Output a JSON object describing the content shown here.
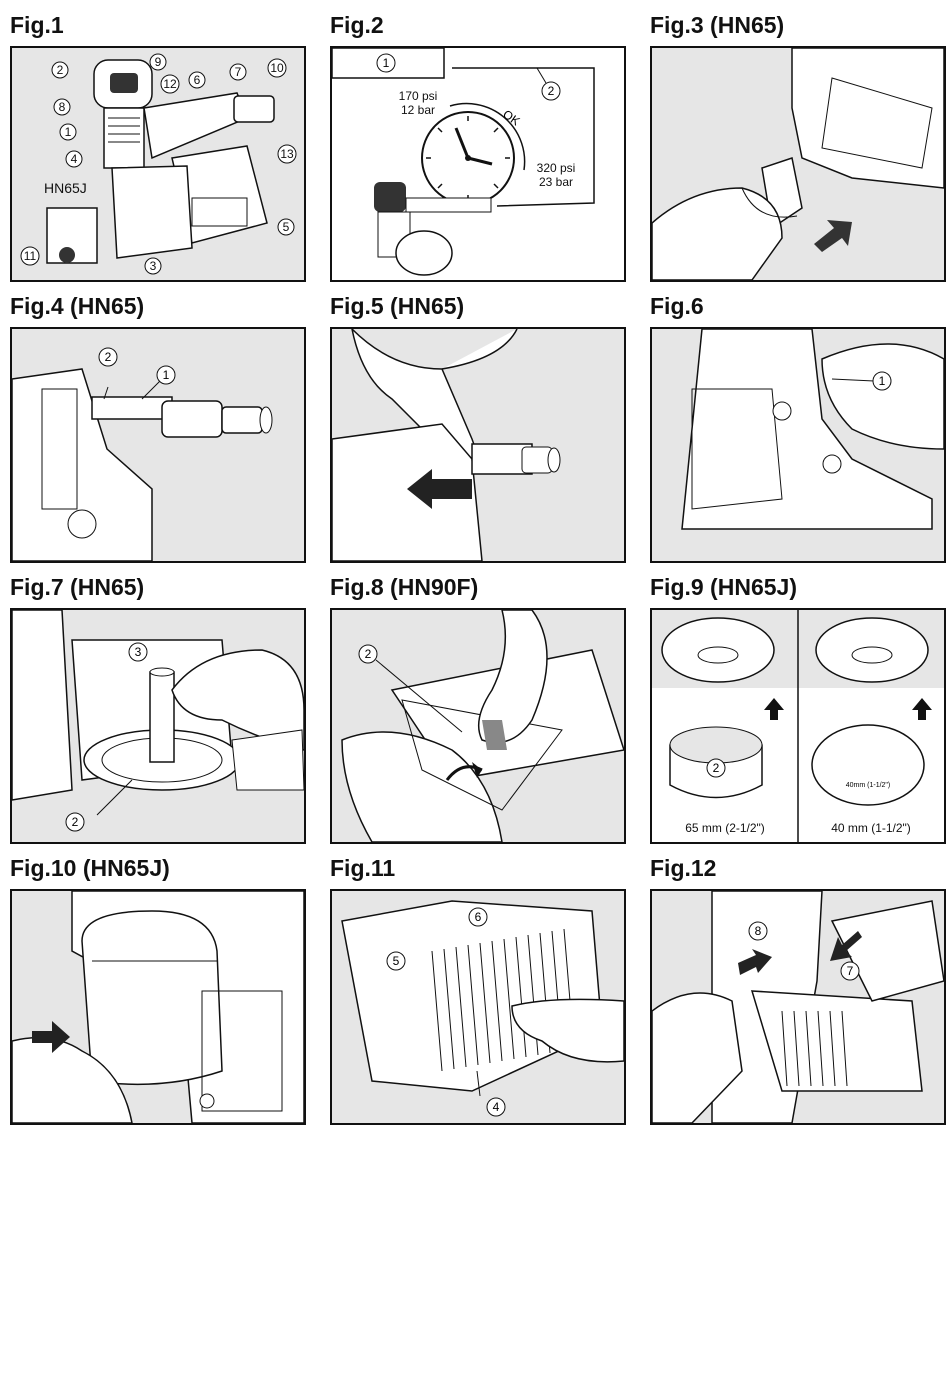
{
  "figures": [
    {
      "title": "Fig.1",
      "labels": {
        "model": "HN65J",
        "n1": "1",
        "n2": "2",
        "n3": "3",
        "n4": "4",
        "n5": "5",
        "n6": "6",
        "n7": "7",
        "n8": "8",
        "n9": "9",
        "n10": "10",
        "n11": "11",
        "n12": "12",
        "n13": "13"
      }
    },
    {
      "title": "Fig.2",
      "labels": {
        "n1": "1",
        "n2": "2",
        "min_psi": "170 psi",
        "min_bar": "12 bar",
        "max_psi": "320 psi",
        "max_bar": "23 bar",
        "ok": "OK"
      }
    },
    {
      "title": "Fig.3 (HN65)"
    },
    {
      "title": "Fig.4 (HN65)",
      "labels": {
        "n1": "1",
        "n2": "2"
      }
    },
    {
      "title": "Fig.5 (HN65)"
    },
    {
      "title": "Fig.6",
      "labels": {
        "n1": "1"
      }
    },
    {
      "title": "Fig.7 (HN65)",
      "labels": {
        "n2": "2",
        "n3": "3"
      }
    },
    {
      "title": "Fig.8 (HN90F)",
      "labels": {
        "n2": "2"
      }
    },
    {
      "title": "Fig.9 (HN65J)",
      "labels": {
        "n2": "2",
        "left_size": "65 mm (2-1/2\")",
        "right_size": "40 mm (1-1/2\")",
        "plate_mark": "40mm (1-1/2\")"
      }
    },
    {
      "title": "Fig.10 (HN65J)"
    },
    {
      "title": "Fig.11",
      "labels": {
        "n4": "4",
        "n5": "5",
        "n6": "6"
      }
    },
    {
      "title": "Fig.12",
      "labels": {
        "n7": "7",
        "n8": "8"
      }
    }
  ],
  "colors": {
    "panel_bg": "#e6e6e6",
    "line": "#111111",
    "arrow": "#222222"
  }
}
